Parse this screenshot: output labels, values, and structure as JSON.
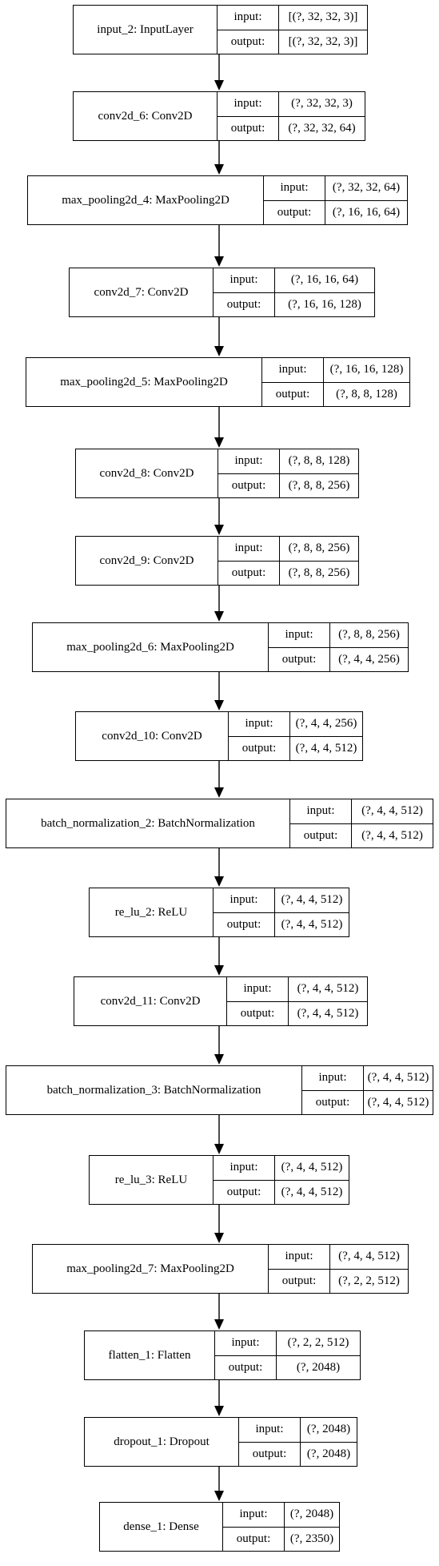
{
  "labels": {
    "input": "input:",
    "output": "output:"
  },
  "layers": [
    {
      "name": "input_2: InputLayer",
      "input": "[(?, 32, 32, 3)]",
      "output": "[(?, 32, 32, 3)]"
    },
    {
      "name": "conv2d_6: Conv2D",
      "input": "(?, 32, 32, 3)",
      "output": "(?, 32, 32, 64)"
    },
    {
      "name": "max_pooling2d_4: MaxPooling2D",
      "input": "(?, 32, 32, 64)",
      "output": "(?, 16, 16, 64)"
    },
    {
      "name": "conv2d_7: Conv2D",
      "input": "(?, 16, 16, 64)",
      "output": "(?, 16, 16, 128)"
    },
    {
      "name": "max_pooling2d_5: MaxPooling2D",
      "input": "(?, 16, 16, 128)",
      "output": "(?, 8, 8, 128)"
    },
    {
      "name": "conv2d_8: Conv2D",
      "input": "(?, 8, 8, 128)",
      "output": "(?, 8, 8, 256)"
    },
    {
      "name": "conv2d_9: Conv2D",
      "input": "(?, 8, 8, 256)",
      "output": "(?, 8, 8, 256)"
    },
    {
      "name": "max_pooling2d_6: MaxPooling2D",
      "input": "(?, 8, 8, 256)",
      "output": "(?, 4, 4, 256)"
    },
    {
      "name": "conv2d_10: Conv2D",
      "input": "(?, 4, 4, 256)",
      "output": "(?, 4, 4, 512)"
    },
    {
      "name": "batch_normalization_2: BatchNormalization",
      "input": "(?, 4, 4, 512)",
      "output": "(?, 4, 4, 512)"
    },
    {
      "name": "re_lu_2: ReLU",
      "input": "(?, 4, 4, 512)",
      "output": "(?, 4, 4, 512)"
    },
    {
      "name": "conv2d_11: Conv2D",
      "input": "(?, 4, 4, 512)",
      "output": "(?, 4, 4, 512)"
    },
    {
      "name": "batch_normalization_3: BatchNormalization",
      "input": "(?, 4, 4, 512)",
      "output": "(?, 4, 4, 512)"
    },
    {
      "name": "re_lu_3: ReLU",
      "input": "(?, 4, 4, 512)",
      "output": "(?, 4, 4, 512)"
    },
    {
      "name": "max_pooling2d_7: MaxPooling2D",
      "input": "(?, 4, 4, 512)",
      "output": "(?, 2, 2, 512)"
    },
    {
      "name": "flatten_1: Flatten",
      "input": "(?, 2, 2, 512)",
      "output": "(?, 2048)"
    },
    {
      "name": "dropout_1: Dropout",
      "input": "(?, 2048)",
      "output": "(?, 2048)"
    },
    {
      "name": "dense_1: Dense",
      "input": "(?, 2048)",
      "output": "(?, 2350)"
    }
  ]
}
